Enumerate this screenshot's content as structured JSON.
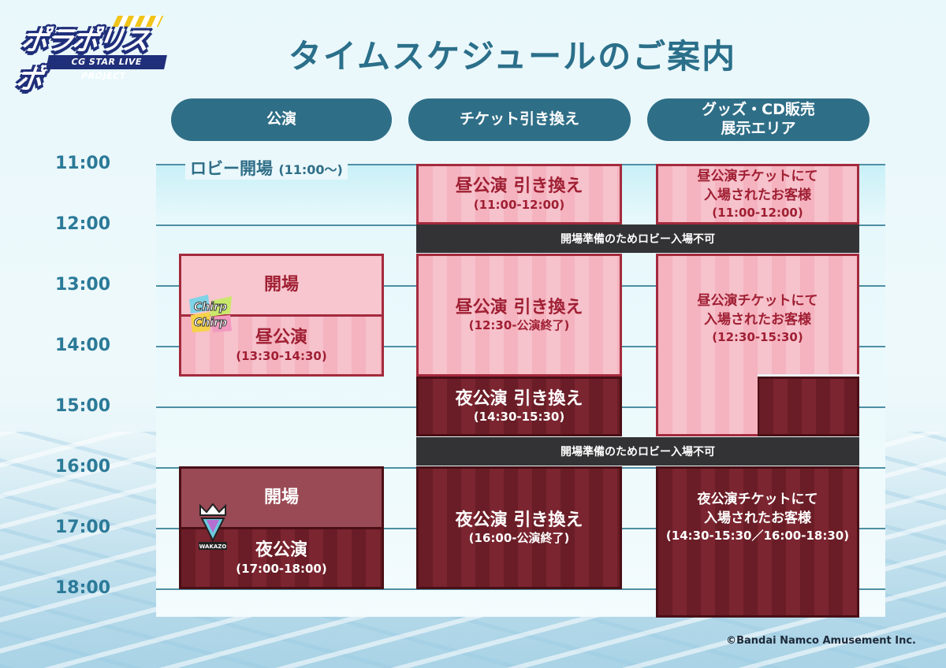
{
  "logo": {
    "title": "ポラポリスポ",
    "subtitle": "CG STAR LIVE PROJECT"
  },
  "title": "タイムスケジュールのご案内",
  "columns": {
    "performance": "公演",
    "ticket": "チケット引き換え",
    "goods_line1": "グッズ・CD販売",
    "goods_line2": "展示エリア"
  },
  "times": [
    "11:00",
    "12:00",
    "13:00",
    "14:00",
    "15:00",
    "16:00",
    "17:00",
    "18:00"
  ],
  "lobby": {
    "label": "ロビー開場",
    "time": "(11:00〜)"
  },
  "performance": {
    "day_open": "開場",
    "day_show": "昼公演",
    "day_time": "(13:30-14:30)",
    "night_open": "開場",
    "night_show": "夜公演",
    "night_time": "(17:00-18:00)"
  },
  "ticket": {
    "b1_title": "昼公演 引き換え",
    "b1_time": "(11:00-12:00)",
    "b2_title": "昼公演 引き換え",
    "b2_time": "(12:30-公演終了)",
    "b3_title": "夜公演 引き換え",
    "b3_time": "(14:30-15:30)",
    "b4_title": "夜公演 引き換え",
    "b4_time": "(16:00-公演終了)"
  },
  "goods": {
    "b1_line1": "昼公演チケットにて",
    "b1_line2": "入場されたお客様",
    "b1_time": "(11:00-12:00)",
    "b2_line1": "昼公演チケットにて",
    "b2_line2": "入場されたお客様",
    "b2_time": "(12:30-15:30)",
    "b3_line1": "夜公演チケットにて",
    "b3_line2": "入場されたお客様",
    "b3_time": "(14:30-15:30／16:00-18:30)"
  },
  "closed_notice_1": "開場準備のためロビー入場不可",
  "closed_notice_2": "開場準備のためロビー入場不可",
  "unit_logos": {
    "day": "Chirp Chirp",
    "night": "WAKAZO"
  },
  "copyright": "©Bandai Namco Amusement Inc.",
  "colors": {
    "header": "#2f6e87",
    "title": "#2b6f8a",
    "pink": "#f4b3bf",
    "dark": "#6a1d26",
    "bar": "#333335"
  }
}
